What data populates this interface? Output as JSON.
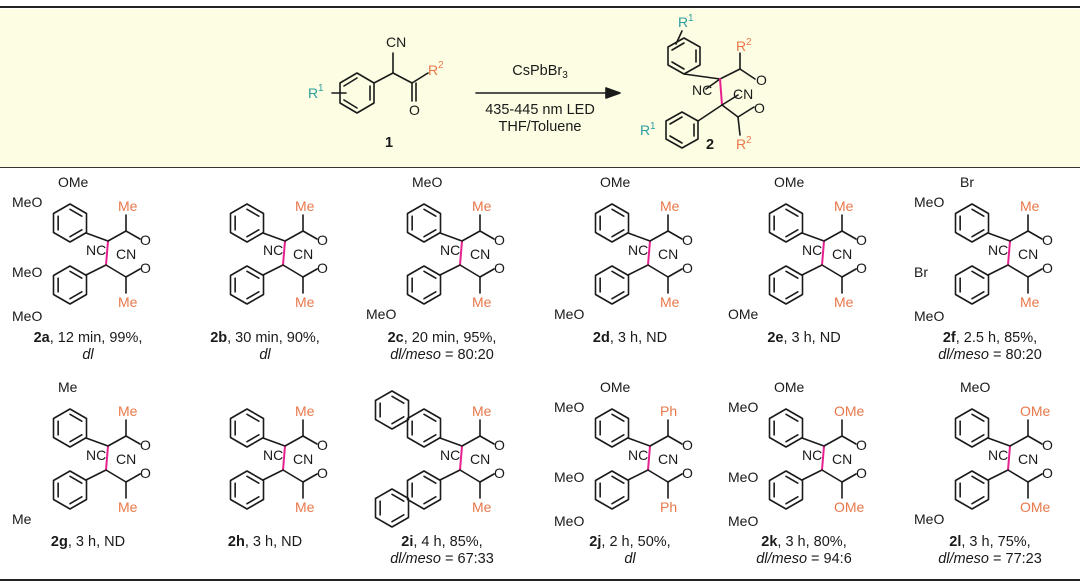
{
  "scheme": {
    "reactant_label": "1",
    "product_label": "2",
    "catalyst": "CsPbBr",
    "catalyst_sub": "3",
    "light": "435-445 nm LED",
    "solvent": "THF/Toluene",
    "groups": {
      "cn": "CN",
      "nc": "NC",
      "r1": "R",
      "r1_sup": "1",
      "r2": "R",
      "r2_sup": "2",
      "o": "O"
    }
  },
  "products": [
    {
      "id": "2a",
      "time": "12 min",
      "yield": "99%",
      "ratio": "dl",
      "top": "OMe",
      "side": "MeO",
      "bottom1": "MeO",
      "bottom2": "MeO",
      "acyl": "Me"
    },
    {
      "id": "2b",
      "time": "30 min",
      "yield": "90%",
      "ratio": "dl",
      "acyl": "Me"
    },
    {
      "id": "2c",
      "time": "20 min",
      "yield": "95%",
      "ratio_label": "dl/meso",
      "ratio": "80:20",
      "top": "MeO",
      "bottom": "MeO",
      "acyl": "Me"
    },
    {
      "id": "2d",
      "time": "3 h",
      "yield": "ND",
      "top": "OMe",
      "bottom": "MeO",
      "acyl": "Me"
    },
    {
      "id": "2e",
      "time": "3 h",
      "yield": "ND",
      "top": "OMe",
      "bottom": "OMe",
      "acyl": "Me"
    },
    {
      "id": "2f",
      "time": "2.5 h",
      "yield": "85%",
      "ratio_label": "dl/meso",
      "ratio": "80:20",
      "top": "Br",
      "side": "MeO",
      "bottom1": "Br",
      "bottom2": "MeO",
      "acyl": "Me"
    },
    {
      "id": "2g",
      "time": "3 h",
      "yield": "ND",
      "top": "Me",
      "bottom": "Me",
      "acyl": "Me"
    },
    {
      "id": "2h",
      "time": "3 h",
      "yield": "ND",
      "acyl": "Me"
    },
    {
      "id": "2i",
      "time": "4 h",
      "yield": "85%",
      "ratio_label": "dl/meso",
      "ratio": "67:33",
      "acyl": "Me"
    },
    {
      "id": "2j",
      "time": "2 h",
      "yield": "50%",
      "ratio": "dl",
      "top": "OMe",
      "side": "MeO",
      "bottom1": "MeO",
      "bottom2": "MeO",
      "acyl": "Ph"
    },
    {
      "id": "2k",
      "time": "3 h",
      "yield": "80%",
      "ratio_label": "dl/meso",
      "ratio": "94:6",
      "top": "OMe",
      "side": "MeO",
      "bottom1": "MeO",
      "bottom2": "MeO",
      "acyl": "OMe"
    },
    {
      "id": "2l",
      "time": "3 h",
      "yield": "75%",
      "ratio_label": "dl/meso",
      "ratio": "77:23",
      "top": "MeO",
      "bottom": "MeO",
      "acyl": "OMe"
    }
  ],
  "colors": {
    "band": "#fdfde3",
    "bond_highlight": "#e6218f",
    "r1_teal": "#2a9d9f",
    "r2_orange": "#e8784a"
  }
}
